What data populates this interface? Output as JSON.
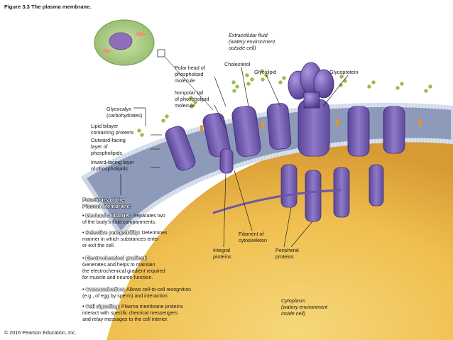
{
  "figure": {
    "title": "Figure 3.3 The plasma membrane.",
    "copyright": "© 2016 Pearson Education, Inc."
  },
  "labels": {
    "extracellular": "Extracellular fluid\n(watery environment\noutside cell)",
    "polar_head": "Polar head of\nphospholipid\nmolecule",
    "cholesterol": "Cholesterol",
    "glycolipid": "Glycolipid",
    "glycoprotein": "Glycoprotein",
    "nonpolar_tail": "Nonpolar tail\nof phospholipid\nmolecule",
    "glycocalyx": "Glycocalyx\n(carbohydrates)",
    "lipid_bilayer": "Lipid bilayer\ncontaining proteins",
    "outward_layer": "Outward-facing\nlayer of\nphospholipids",
    "inward_layer": "Inward-facing layer\nof phospholipids",
    "filament": "Filament of\ncytoskeleton",
    "integral": "Integral\nproteins",
    "peripheral": "Peripheral\nproteins",
    "cytoplasm": "Cytoplasm\n(watery environment\ninside cell)"
  },
  "functions": {
    "heading": "Functions of the\nPlasma Membrane:",
    "items": [
      {
        "bullet": "•",
        "key": "Mechanical barrier:",
        "text": " Separates two\nof the body’s fluid compartments."
      },
      {
        "bullet": "•",
        "key": "Selective permeability:",
        "text": " Determines\nmanner in which substances enter\nor exit the cell."
      },
      {
        "bullet": "•",
        "key": "Electrochemical gradient:",
        "text": "\nGenerates and helps to maintain\nthe electrochemical gradient required\nfor muscle and neuron function."
      },
      {
        "bullet": "•",
        "key": "Communication:",
        "text": " Allows cell-to-cell recognition\n(e.g., of egg by sperm) and interaction."
      },
      {
        "bullet": "•",
        "key": "Cell signaling:",
        "text": " Plasma membrane proteins\ninteract with specific chemical messengers\nand relay messages to the cell interior."
      }
    ]
  },
  "colors": {
    "cytoplasm": "#f3c85a",
    "membrane_protein": "#7b64b6",
    "phospholipid_head": "#c9d3e2",
    "glycocalyx": "#9bc43a",
    "cholesterol": "#e8922e"
  }
}
